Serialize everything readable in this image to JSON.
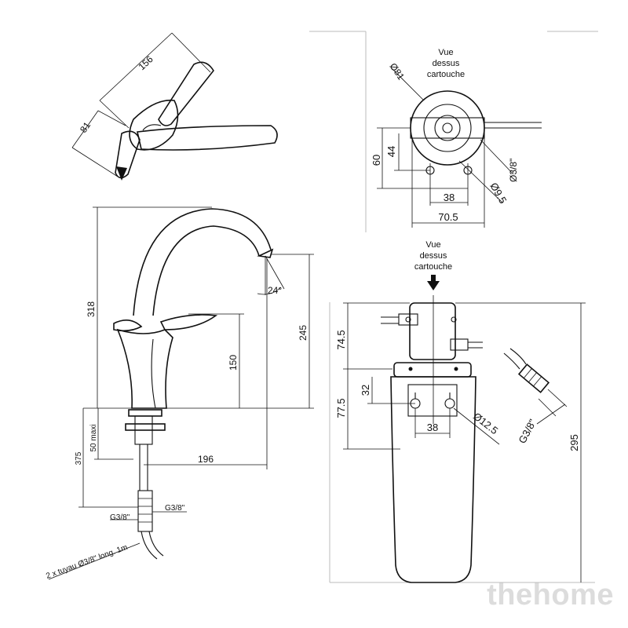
{
  "top_view": {
    "dim_length": "156",
    "dim_width": "81"
  },
  "cartridge_top_view": {
    "title_line1": "Vue",
    "title_line2": "dessus",
    "title_line3": "cartouche",
    "dim_outer_diameter": "Ø81",
    "dim_height_total": "60",
    "dim_height_holes": "44",
    "dim_hole_spacing": "38",
    "dim_width": "70.5",
    "dim_hole_diameter": "Ø9.5",
    "dim_pipe": "Ø3/8\""
  },
  "faucet_side_view": {
    "dim_total_height": "318",
    "dim_spout_height": "245",
    "dim_body_height": "150",
    "dim_angle": "24°",
    "dim_reach": "196",
    "dim_under_length": "375",
    "dim_max_thickness": "50 maxi",
    "thread_left": "G3/8\"",
    "thread_right": "G3/8\"",
    "hose_note": "2 x tuyau Ø3/8\" long. 1m"
  },
  "cartridge_side_view": {
    "title_line1": "Vue",
    "title_line2": "dessus",
    "title_line3": "cartouche",
    "dim_head": "74.5",
    "dim_mount": "77.5",
    "dim_slot_height": "32",
    "dim_slot_spacing": "38",
    "dim_slot_diameter": "Ø12.5",
    "dim_total_height": "295",
    "thread": "G3/8\""
  },
  "watermark": "thehome"
}
